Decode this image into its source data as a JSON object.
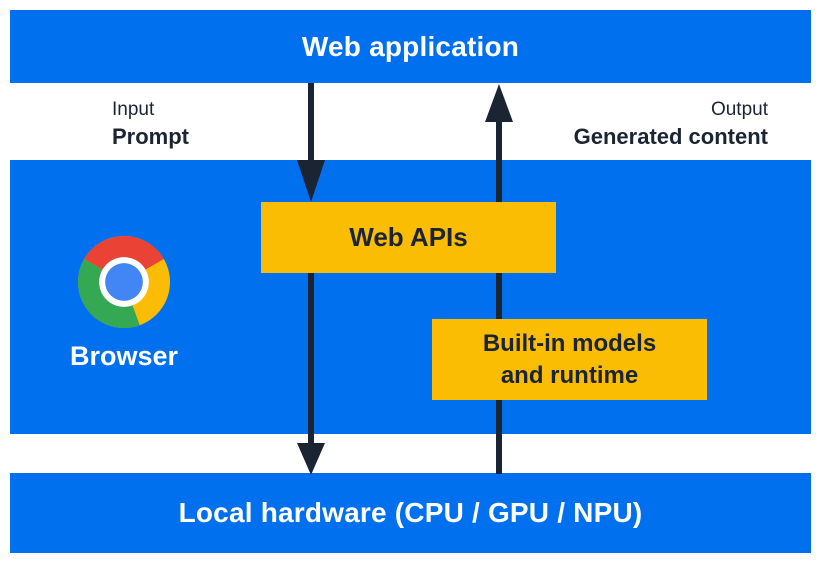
{
  "colors": {
    "blue": "#0170EE",
    "yellow": "#FBBC04",
    "ink": "#1B2433",
    "white": "#FFFFFF",
    "chrome-red": "#EA4335",
    "chrome-yellow": "#FBBC05",
    "chrome-green": "#34A853",
    "chrome-blue": "#4285F4"
  },
  "layers": {
    "web_application": "Web application",
    "local_hardware": "Local hardware (CPU / GPU / NPU)"
  },
  "io": {
    "input_title": "Input",
    "input_value": "Prompt",
    "output_title": "Output",
    "output_value": "Generated content"
  },
  "browser": {
    "label": "Browser",
    "web_apis": "Web APIs",
    "builtin_line1": "Built-in models",
    "builtin_line2": "and runtime"
  },
  "icons": {
    "chrome": "chrome-browser-logo",
    "arrow_down": "input-flow-arrow-down",
    "arrow_up": "output-flow-arrow-up"
  }
}
